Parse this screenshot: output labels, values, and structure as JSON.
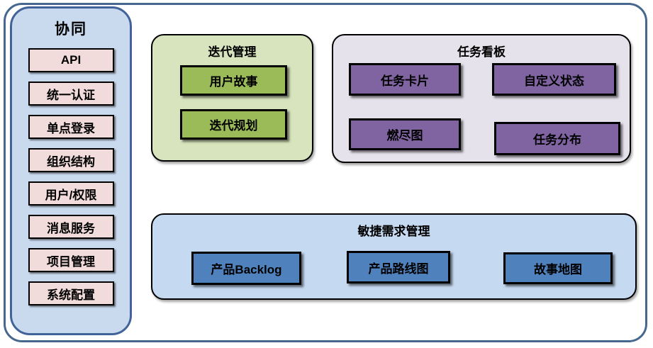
{
  "sidebar": {
    "title": "协同",
    "items": [
      "API",
      "统一认证",
      "单点登录",
      "组织结构",
      "用户/权限",
      "消息服务",
      "项目管理",
      "系统配置"
    ]
  },
  "iteration_panel": {
    "title": "迭代管理",
    "items": [
      "用户故事",
      "迭代规划"
    ]
  },
  "kanban_panel": {
    "title": "任务看板",
    "items": [
      "任务卡片",
      "自定义状态",
      "燃尽图",
      "任务分布"
    ]
  },
  "agile_panel": {
    "title": "敏捷需求管理",
    "items": [
      "产品Backlog",
      "产品路线图",
      "故事地图"
    ]
  },
  "colors": {
    "outer_border": "#47688e",
    "sidebar_fill": "#c9d9ee",
    "sidebar_border": "#41639a",
    "sidebar_item_fill": "#f2dcdb",
    "iteration_panel_fill": "#d7e4bd",
    "iteration_item_fill": "#9bbb59",
    "kanban_panel_fill": "#e6e2ec",
    "kanban_item_fill": "#8064a2",
    "agile_panel_fill": "#c5d9f1",
    "agile_item_fill": "#4f81bd",
    "item_border": "#000000",
    "text": "#000000"
  }
}
